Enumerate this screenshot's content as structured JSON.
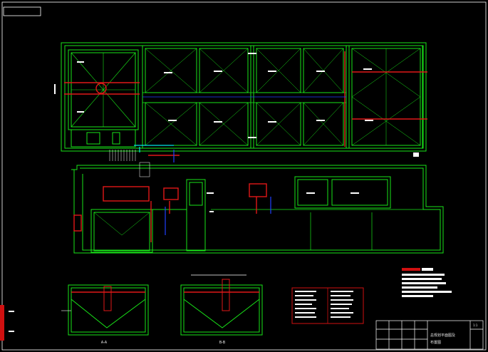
{
  "colors": {
    "background": "#000000",
    "wall": "#19e519",
    "pipe_red": "#e01818",
    "pipe_blue": "#2040ff",
    "annotation": "#ffffff",
    "frame": "#ffffff",
    "cyan": "#00e5e5",
    "legend_red": "#d01010"
  },
  "sections": {
    "a_label": "A-A",
    "b_label": "B-B"
  },
  "title_block": {
    "title_line1": "总规划平面图及",
    "title_line2": "布置图",
    "sheet": "1:1"
  }
}
